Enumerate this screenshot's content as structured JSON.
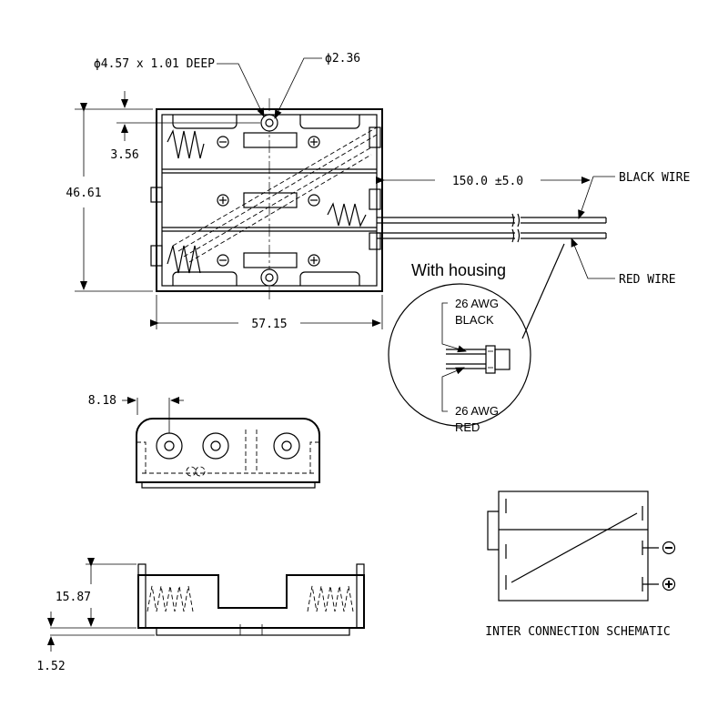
{
  "top_view": {
    "hole_callout": "ϕ4.57 x 1.01 DEEP",
    "small_hole_callout": "ϕ2.36",
    "dim_height": "46.61",
    "dim_hole_offset": "3.56",
    "dim_width": "57.15",
    "dim_wire_length": "150.0 ±5.0",
    "black_wire_label": "BLACK WIRE",
    "red_wire_label": "RED WIRE",
    "minus_sign": "−",
    "plus_sign": "+"
  },
  "detail": {
    "title": "With housing",
    "black_gauge": "26 AWG",
    "black_color": "BLACK",
    "red_gauge": "26 AWG",
    "red_color": "RED"
  },
  "end_view": {
    "dim_spacing": "8.18"
  },
  "side_view": {
    "dim_height": "15.87",
    "dim_base": "1.52"
  },
  "schematic": {
    "title": "INTER CONNECTION SCHEMATIC",
    "minus_symbol": "−",
    "plus_symbol": "+"
  }
}
